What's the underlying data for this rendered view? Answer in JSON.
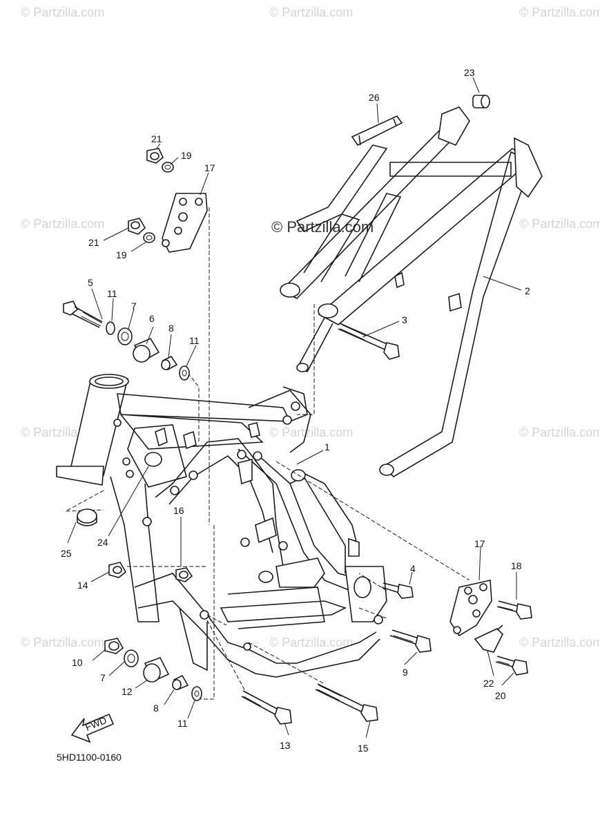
{
  "watermark": {
    "text": "© Partzilla.com",
    "center_text": "© Partzilla.com",
    "color": "#d4d4d4"
  },
  "diagram_code": "5HD1100-0160",
  "fwd_arrow_label": "FWD",
  "callouts": {
    "c1": "1",
    "c2": "2",
    "c3": "3",
    "c4": "4",
    "c5": "5",
    "c6": "6",
    "c7a": "7",
    "c7b": "7",
    "c8a": "8",
    "c8b": "8",
    "c9": "9",
    "c10": "10",
    "c11a": "11",
    "c11b": "11",
    "c11c": "11",
    "c12": "12",
    "c13": "13",
    "c14": "14",
    "c15": "15",
    "c16": "16",
    "c17a": "17",
    "c17b": "17",
    "c18": "18",
    "c19a": "19",
    "c19b": "19",
    "c20": "20",
    "c21a": "21",
    "c21b": "21",
    "c22": "22",
    "c23": "23",
    "c24": "24",
    "c25": "25",
    "c26": "26"
  }
}
